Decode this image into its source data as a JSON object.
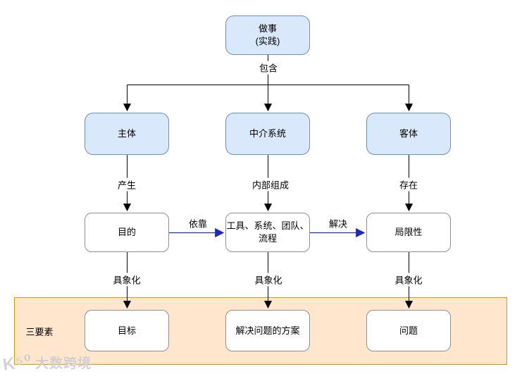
{
  "diagram": {
    "root": {
      "label": "做事\n(实践)"
    },
    "edge_labels": {
      "contain": "包含",
      "produce": "产生",
      "internal_composition": "内部组成",
      "exist": "存在",
      "rely": "依靠",
      "solve": "解决",
      "concretize": "具象化"
    },
    "level2": [
      {
        "label": "主体"
      },
      {
        "label": "中介系统"
      },
      {
        "label": "客体"
      }
    ],
    "level3": [
      {
        "label": "目的"
      },
      {
        "label": "工具、系统、团队、\n流程"
      },
      {
        "label": "局限性"
      }
    ],
    "group": {
      "label": "三要素"
    },
    "level4": [
      {
        "label": "目标"
      },
      {
        "label": "解决问题的方案"
      },
      {
        "label": "问题"
      }
    ]
  },
  "watermark": {
    "logo": "K⁵⁰",
    "text": "大数跨境"
  },
  "colors": {
    "blue_node_fill": "#DAE8FC",
    "blue_node_border": "#6C8EBF",
    "white_node_border": "#8F8F8F",
    "group_fill": "#FFE6CC",
    "group_border": "#D79B00",
    "black_edge": "#000000",
    "blue_edge": "#2028C0",
    "watermark_gray": "#C9C9C9"
  }
}
